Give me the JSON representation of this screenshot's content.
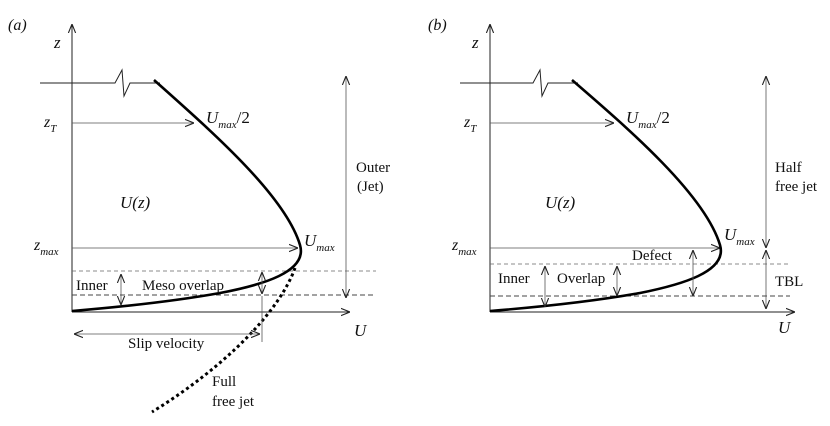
{
  "panel_a": {
    "tag": "(a)",
    "z_axis": "z",
    "u_axis": "U",
    "z_T": {
      "main": "z",
      "sub": "T"
    },
    "z_max": {
      "main": "z",
      "sub": "max"
    },
    "umax_half": {
      "main": "U",
      "sub": "max",
      "tail": "/2"
    },
    "umax": {
      "main": "U",
      "sub": "max"
    },
    "u_of_z": "U(z)",
    "outer_line1": "Outer",
    "outer_line2": "(Jet)",
    "inner": "Inner",
    "meso_overlap": "Meso overlap",
    "slip_velocity": "Slip velocity",
    "full_line1": "Full",
    "full_line2": "free jet"
  },
  "panel_b": {
    "tag": "(b)",
    "z_axis": "z",
    "u_axis": "U",
    "z_T": {
      "main": "z",
      "sub": "T"
    },
    "z_max": {
      "main": "z",
      "sub": "max"
    },
    "umax_half": {
      "main": "U",
      "sub": "max",
      "tail": "/2"
    },
    "umax": {
      "main": "U",
      "sub": "max"
    },
    "u_of_z": "U(z)",
    "half_line1": "Half",
    "half_line2": "free jet",
    "tbl": "TBL",
    "defect": "Defect",
    "inner": "Inner",
    "overlap": "Overlap"
  }
}
